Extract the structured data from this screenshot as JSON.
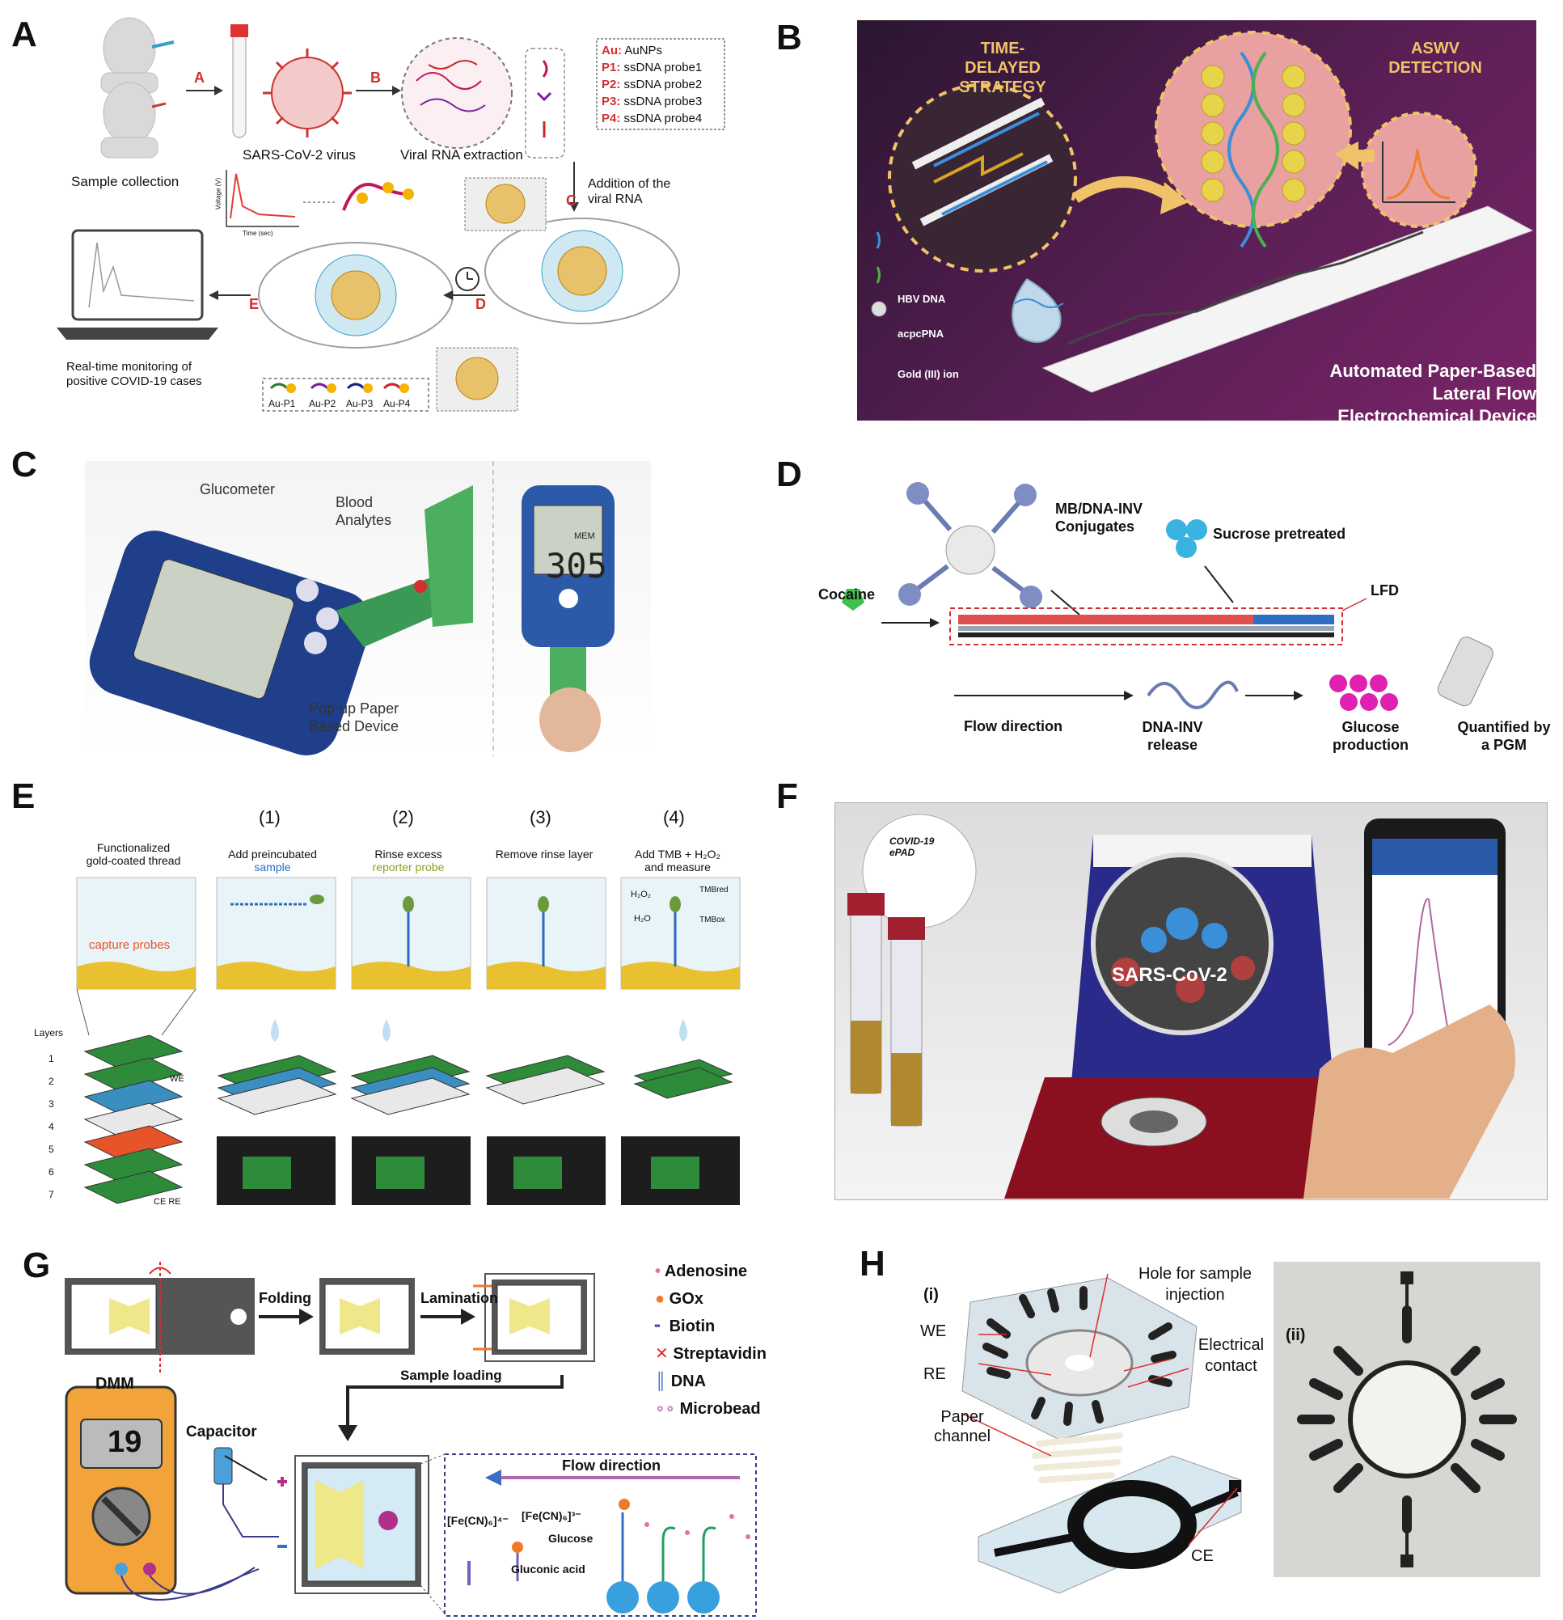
{
  "panels": {
    "a": {
      "letter": "A",
      "sample_collection": "Sample collection",
      "virus": "SARS-CoV-2 virus",
      "rna_extraction": "Viral RNA extraction",
      "addition": "Addition of the viral RNA",
      "monitoring": "Real-time monitoring of positive COVID-19 cases",
      "step_a": "A",
      "step_b": "B",
      "step_c": "C",
      "step_d": "D",
      "step_e": "E",
      "legend": [
        {
          "key": "Au:",
          "value": "AuNPs"
        },
        {
          "key": "P1:",
          "value": "ssDNA probe1"
        },
        {
          "key": "P2:",
          "value": "ssDNA probe2"
        },
        {
          "key": "P3:",
          "value": "ssDNA probe3"
        },
        {
          "key": "P4:",
          "value": "ssDNA probe4"
        }
      ],
      "conjugates": [
        "Au-P1",
        "Au-P2",
        "Au-P3",
        "Au-P4"
      ],
      "plot_ylabel": "Voltage (V)",
      "plot_xlabel": "Time (sec)"
    },
    "b": {
      "letter": "B",
      "time_delayed": "TIME-DELAYED STRATEGY",
      "aswv": "ASWV DETECTION",
      "legend": [
        "HBV DNA",
        "acpcPNA",
        "Gold (III) ion"
      ],
      "title": "Automated Paper-Based Lateral Flow Electrochemical Device"
    },
    "c": {
      "letter": "C",
      "glucometer": "Glucometer",
      "blood": "Blood Analytes",
      "popup": "Pop-up Paper Based Device",
      "display": "305",
      "mem": "MEM"
    },
    "d": {
      "letter": "D",
      "conjugates": "MB/DNA-INV Conjugates",
      "sucrose": "Sucrose pretreated",
      "cocaine": "Cocaine",
      "lfd": "LFD",
      "flow": "Flow direction",
      "release": "DNA-INV release",
      "glucose": "Glucose production",
      "pgm": "Quantified by a PGM"
    },
    "e": {
      "letter": "E",
      "steps": [
        {
          "num": "",
          "line1": "Functionalized",
          "line2": "gold-coated thread"
        },
        {
          "num": "(1)",
          "line1": "Add preincubated",
          "line2": "sample"
        },
        {
          "num": "(2)",
          "line1": "Rinse excess",
          "line2": "reporter probe"
        },
        {
          "num": "(3)",
          "line1": "Remove rinse layer",
          "line2": ""
        },
        {
          "num": "(4)",
          "line1": "Add TMB + H₂O₂",
          "line2": "and measure"
        }
      ],
      "capture": "capture probes",
      "layers": "Layers",
      "layer_numbers": [
        "1",
        "2",
        "3",
        "4",
        "5",
        "6",
        "7"
      ],
      "we": "WE",
      "cere": "CE RE",
      "h2o2": "H₂O₂",
      "h2o": "H₂O",
      "tmbred": "TMBred",
      "tmbox": "TMBox"
    },
    "f": {
      "letter": "F",
      "epad": "COVID-19 ePAD",
      "sars": "SARS-CoV-2"
    },
    "g": {
      "letter": "G",
      "folding": "Folding",
      "lamination": "Lamination",
      "sample_loading": "Sample loading",
      "dmm": "DMM",
      "dmm_value": "19",
      "capacitor": "Capacitor",
      "flow": "Flow direction",
      "ferro": "[Fe(CN)₆]⁴⁻",
      "ferri": "[Fe(CN)₆]³⁻",
      "glucose": "Glucose",
      "gluconic": "Gluconic acid",
      "legend": [
        "Adenosine",
        "GOx",
        "Biotin",
        "Streptavidin",
        "DNA",
        "Microbead"
      ],
      "legend_colors": [
        "#e2739a",
        "#f07a28",
        "#5a4fb0",
        "#e02b2b",
        "#3a6ec2",
        "#c06cc0"
      ]
    },
    "h": {
      "letter": "H",
      "i": "(i)",
      "ii": "(ii)",
      "hole": "Hole for sample injection",
      "we": "WE",
      "re": "RE",
      "contact": "Electrical contact",
      "paper": "Paper channel",
      "ce": "CE"
    }
  }
}
